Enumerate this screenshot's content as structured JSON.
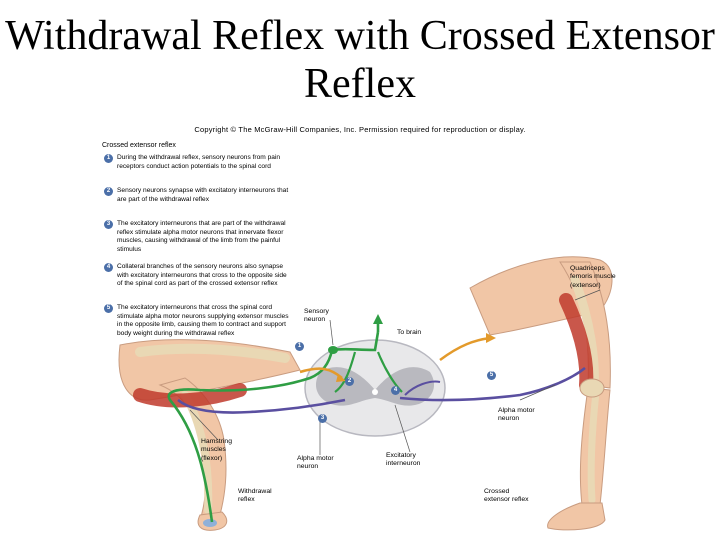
{
  "title": "Withdrawal Reflex with Crossed Extensor Reflex",
  "copyright": "Copyright © The McGraw-Hill Companies, Inc. Permission required for reproduction or display.",
  "section_label": "Crossed extensor reflex",
  "steps": [
    {
      "num": "1",
      "text": "During the withdrawal reflex, sensory neurons from pain receptors conduct action potentials to the spinal cord"
    },
    {
      "num": "2",
      "text": "Sensory neurons synapse with excitatory interneurons that are part of the withdrawal reflex"
    },
    {
      "num": "3",
      "text": "The excitatory interneurons that are part of the withdrawal reflex stimulate alpha motor neurons that innervate flexor muscles, causing withdrawal of the limb from the painful stimulus"
    },
    {
      "num": "4",
      "text": "Collateral branches of the sensory neurons also synapse with excitatory interneurons that cross to the opposite side of the spinal cord as part of the crossed extensor reflex"
    },
    {
      "num": "5",
      "text": "The excitatory interneurons that cross the spinal cord stimulate alpha motor neurons supplying extensor muscles in the opposite limb, causing them to contract and support body weight during the withdrawal reflex"
    }
  ],
  "labels": {
    "sensory_neuron": "Sensory neuron",
    "to_brain": "To brain",
    "quadriceps": "Quadriceps femoris muscle (extensor)",
    "alpha_motor_right": "Alpha motor neuron",
    "hamstring": "Hamstring muscles (flexor)",
    "alpha_motor_left": "Alpha motor neuron",
    "excitatory_interneuron": "Excitatory interneuron",
    "withdrawal_reflex": "Withdrawal reflex",
    "crossed_extensor_reflex": "Crossed extensor reflex"
  },
  "figure_markers": [
    "1",
    "2",
    "3",
    "4",
    "5"
  ],
  "colors": {
    "step_circle": "#4b6fa8",
    "sensory_neuron": "#2f9e44",
    "motor_neuron": "#5a4fa0",
    "muscle": "#c0392b",
    "skin": "#f1c6a6",
    "bone": "#e9d8b4",
    "arrow": "#e39a2b"
  }
}
